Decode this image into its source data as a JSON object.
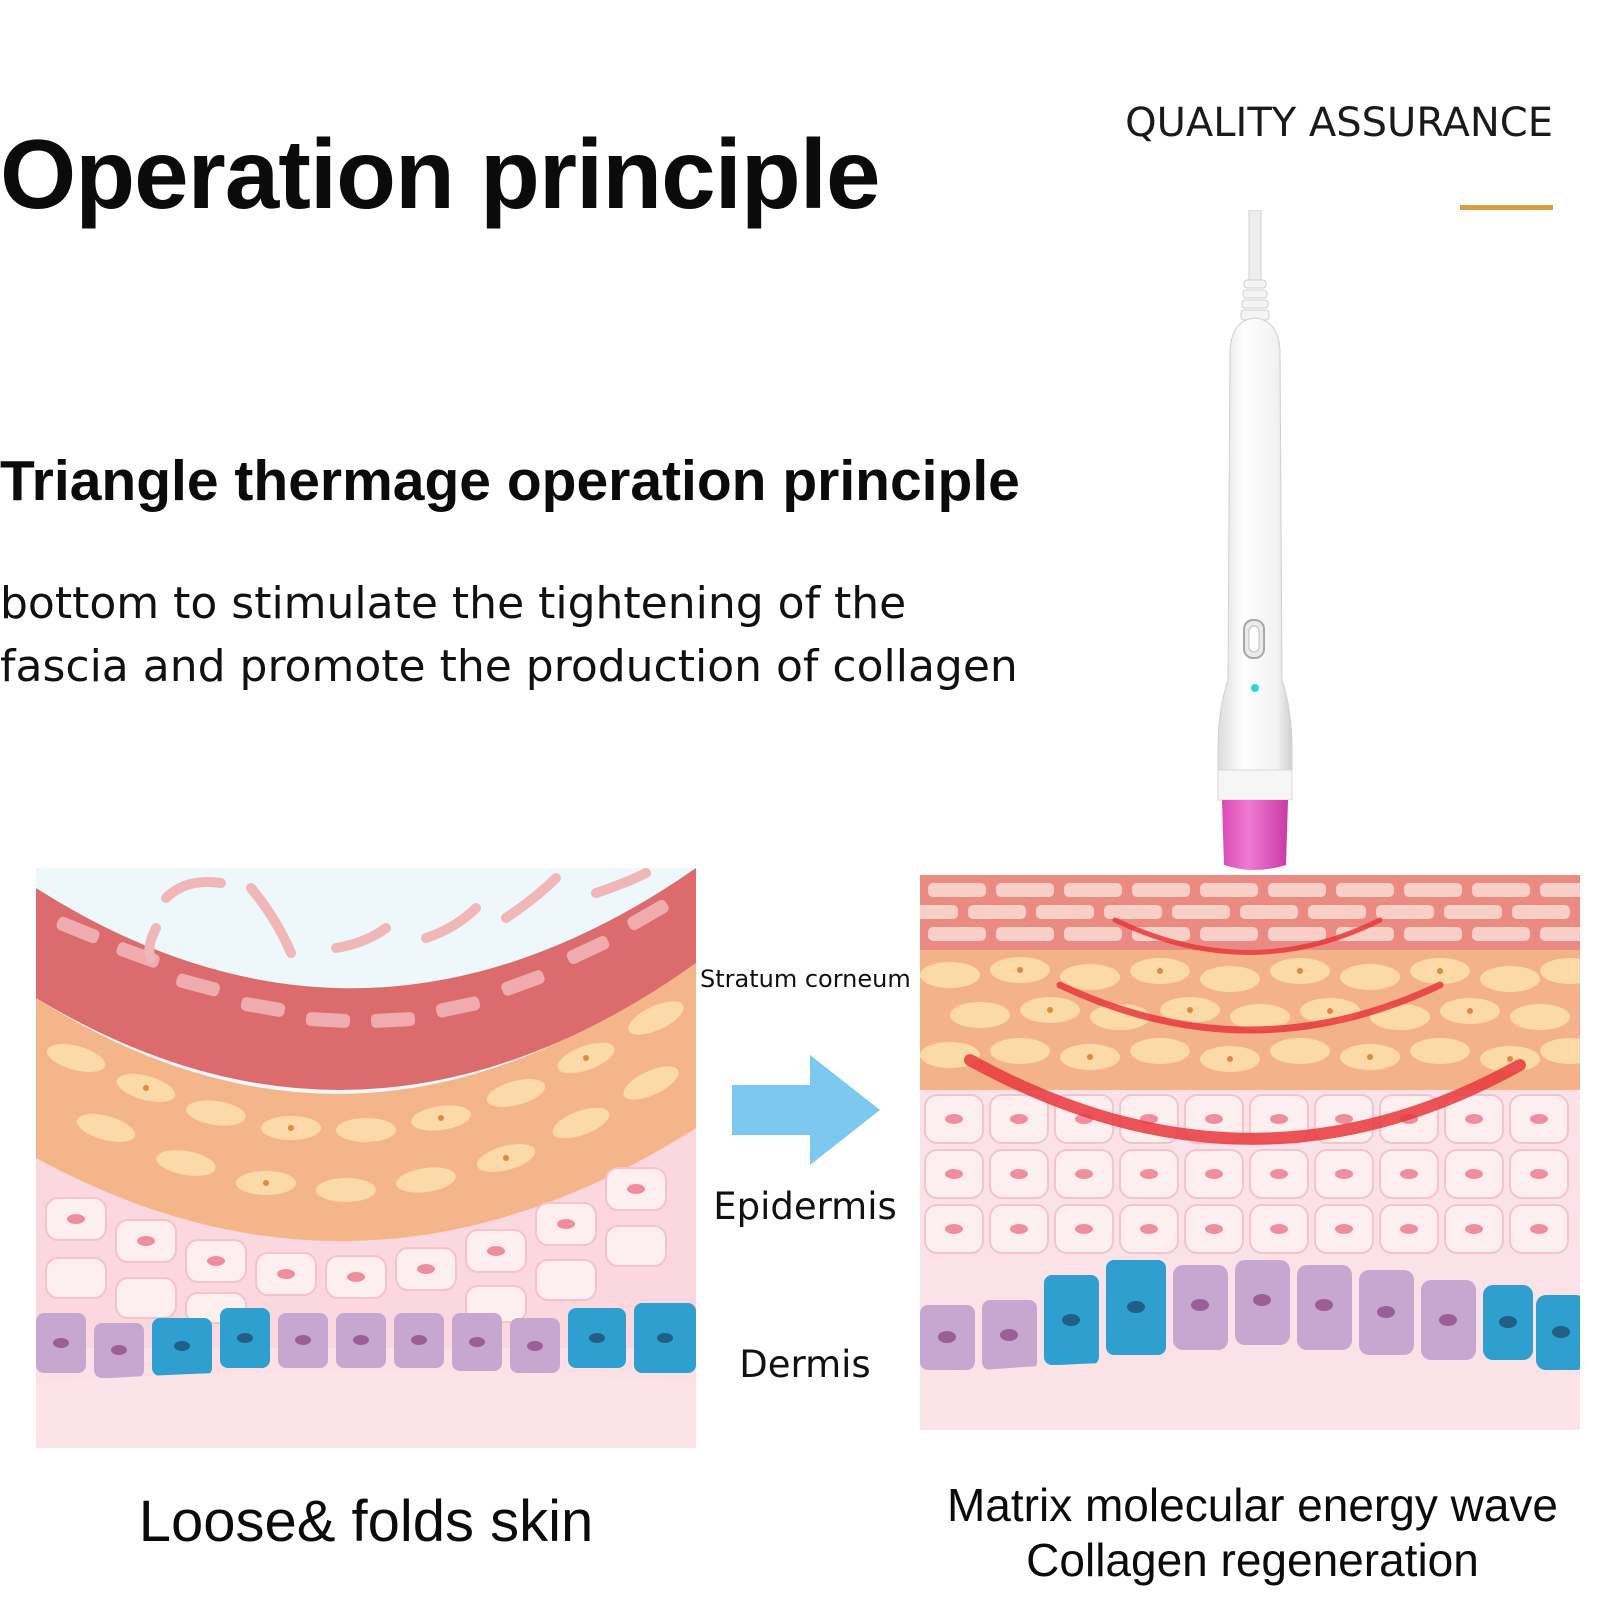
{
  "header": {
    "title": "Operation principle",
    "badge": "QUALITY ASSURANCE",
    "accent_color": "#d6a13c"
  },
  "section": {
    "subtitle": "Triangle thermage operation principle",
    "description_line1": "bottom to stimulate the tightening of the",
    "description_line2": "fascia and promote the production of collagen"
  },
  "layers": {
    "stratum": "Stratum corneum",
    "epidermis": "Epidermis",
    "dermis": "Dermis"
  },
  "captions": {
    "before": "Loose& folds skin",
    "after_line1": "Matrix molecular energy wave",
    "after_line2": "Collagen regeneration"
  },
  "device": {
    "icon": "rf-device-icon",
    "tip_color": "#e85cc4",
    "led_color": "#2fd4d8"
  },
  "arrow": {
    "icon": "arrow-right-icon",
    "color": "#7cc8ef"
  }
}
